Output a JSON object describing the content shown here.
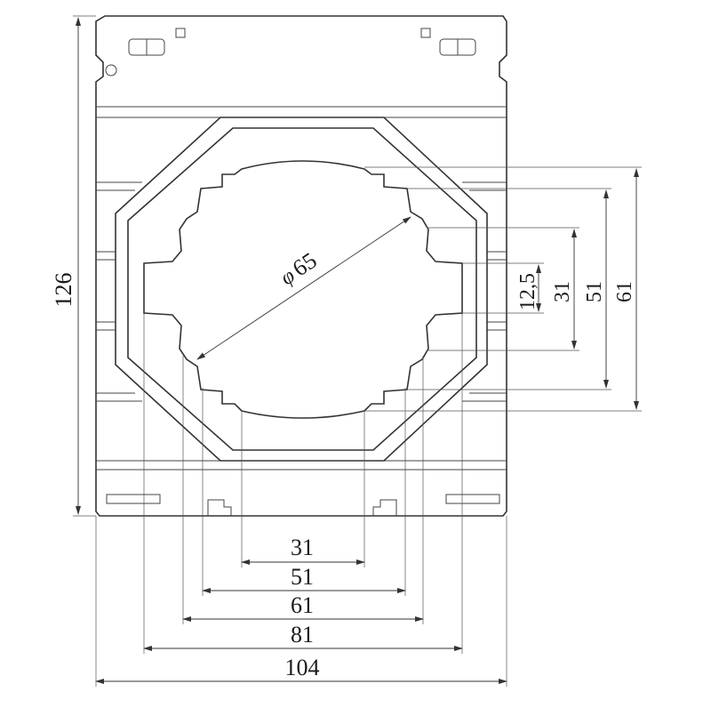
{
  "diagram": {
    "overall_height": "126",
    "overall_width": "104",
    "diameter_symbol": "φ",
    "diameter_value": "65",
    "horizontal_dimensions": [
      "31",
      "51",
      "61",
      "81",
      "104"
    ],
    "vertical_dimensions": [
      "12,5",
      "31",
      "51",
      "61"
    ]
  }
}
